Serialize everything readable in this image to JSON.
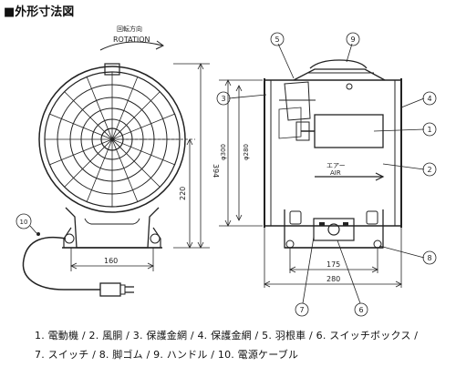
{
  "title": "■外形寸法図",
  "rotation": {
    "jp": "回転方向",
    "en": "ROTATION"
  },
  "air": {
    "jp": "エアー",
    "en": "AIR"
  },
  "dimensions": {
    "height_front": "394",
    "height_center": "220",
    "width_base": "160",
    "diameter_outer": "φ300",
    "diameter_inner": "φ280",
    "length_base": "175",
    "length_total": "280"
  },
  "callouts": [
    "1",
    "2",
    "3",
    "4",
    "5",
    "6",
    "7",
    "8",
    "9",
    "10"
  ],
  "legend": {
    "line1": "1. 電動機 / 2. 風胴 / 3. 保護金網 / 4. 保護金網 / 5. 羽根車 / 6. スイッチボックス /",
    "line2": "7. スイッチ / 8. 脚ゴム / 9. ハンドル / 10. 電源ケーブル"
  }
}
